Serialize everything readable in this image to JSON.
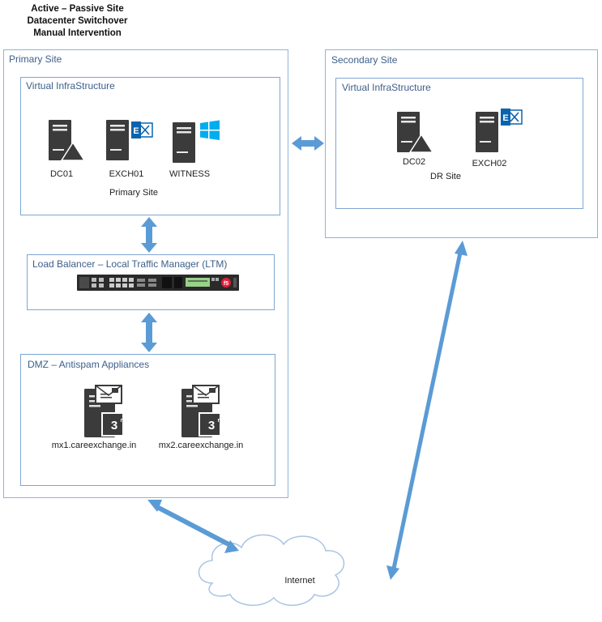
{
  "title": {
    "line1": "Active – Passive Site",
    "line2": "Datacenter Switchover",
    "line3": "Manual Intervention"
  },
  "primary_site": {
    "label": "Primary Site",
    "virtual": {
      "label": "Virtual InfraStructure",
      "servers": [
        {
          "name": "DC01",
          "icon": "domain-controller-server-icon"
        },
        {
          "name": "EXCH01",
          "icon": "exchange-server-icon"
        },
        {
          "name": "WITNESS",
          "icon": "windows-server-icon"
        }
      ],
      "caption": "Primary Site"
    },
    "load_balancer": {
      "label": "Load Balancer – Local Traffic Manager (LTM)",
      "device_icon": "f5-appliance-icon"
    },
    "dmz": {
      "label": "DMZ – Antispam Appliances",
      "servers": [
        {
          "name": "mx1.careexchange.in",
          "icon": "third-party-mail-server-icon",
          "badge": "3",
          "badge_sup": "rd"
        },
        {
          "name": "mx2.careexchange.in",
          "icon": "third-party-mail-server-icon",
          "badge": "3",
          "badge_sup": "rd"
        }
      ]
    }
  },
  "secondary_site": {
    "label": "Secondary Site",
    "virtual": {
      "label": "Virtual InfraStructure",
      "servers": [
        {
          "name": "DC02",
          "icon": "domain-controller-server-icon"
        },
        {
          "name": "EXCH02",
          "icon": "exchange-server-icon"
        }
      ],
      "caption": "DR Site"
    }
  },
  "internet": {
    "label": "Internet",
    "icon": "cloud-icon"
  },
  "colors": {
    "box_border": "#7ea6d2",
    "label_text": "#3d5f8a",
    "arrow": "#5b9bd5",
    "server_body": "#3b3b3b",
    "exchange_blue": "#0a64ad",
    "windows_blue": "#00adef"
  }
}
